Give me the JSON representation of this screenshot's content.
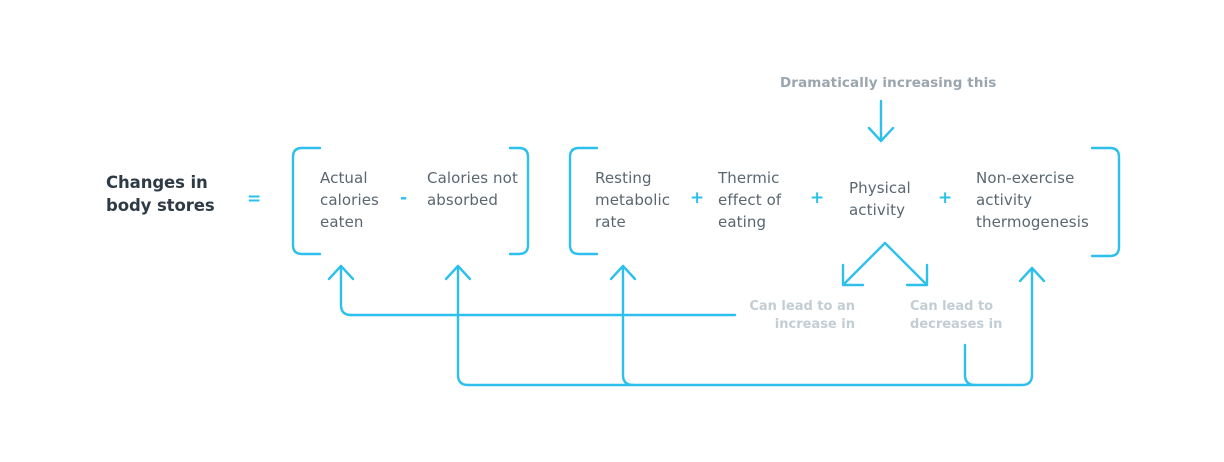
{
  "diagram": {
    "title": "Changes in\nbody stores",
    "accent_color": "#2ec0ec",
    "title_color": "#2e3b46",
    "term_color": "#5a6670",
    "annotation_color_top": "#9aa5ae",
    "annotation_color_bottom": "#c3cdd4",
    "operators": {
      "equals": "=",
      "minus": "-",
      "plus_1": "+",
      "plus_2": "+",
      "plus_3": "+"
    },
    "group_intake": {
      "terms": [
        {
          "label": "Actual\ncalories\neaten"
        },
        {
          "label": "Calories\nnot\nabsorbed"
        }
      ]
    },
    "group_expenditure": {
      "terms": [
        {
          "label": "Resting\nmetabolic\nrate"
        },
        {
          "label": "Thermic\neffect of\neating"
        },
        {
          "label": "Physical\nactivity"
        },
        {
          "label": "Non-exercise\nactivity\nthermogenesis"
        }
      ]
    },
    "annotations": {
      "top": "Dramatically increasing this",
      "increase": "Can lead to an\nincrease in",
      "decrease": "Can lead to\ndecreases in"
    }
  }
}
